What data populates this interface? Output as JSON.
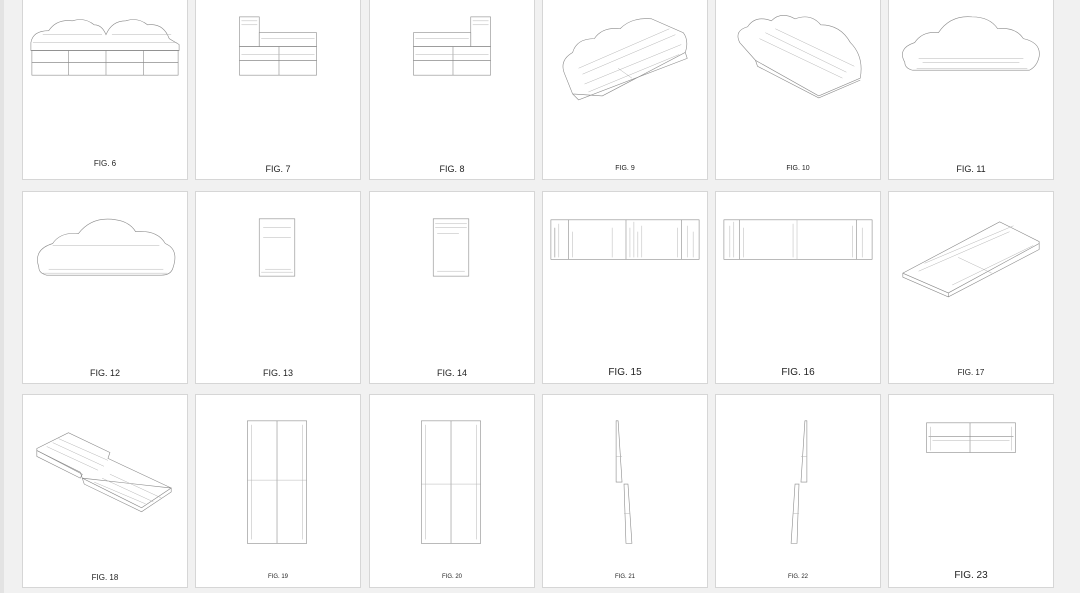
{
  "colors": {
    "background": "#f1f1f1",
    "card": "#ffffff",
    "border": "#d6d6d6",
    "line": "#8a8a8a"
  },
  "figures": [
    {
      "label": "FIG. 6",
      "icon": "cloud-shelf-front-icon"
    },
    {
      "label": "FIG. 7",
      "icon": "stepped-shelf-left-icon"
    },
    {
      "label": "FIG. 8",
      "icon": "stepped-shelf-right-icon"
    },
    {
      "label": "FIG. 9",
      "icon": "cloud-shelf-isometric-icon"
    },
    {
      "label": "FIG. 10",
      "icon": "cloud-shelf-isometric-rear-icon"
    },
    {
      "label": "FIG. 11",
      "icon": "cloud-outline-top-icon"
    },
    {
      "label": "FIG. 12",
      "icon": "cloud-outline-bottom-icon"
    },
    {
      "label": "FIG. 13",
      "icon": "side-panel-left-icon"
    },
    {
      "label": "FIG. 14",
      "icon": "side-panel-right-icon"
    },
    {
      "label": "FIG. 15",
      "icon": "long-shelf-front-icon"
    },
    {
      "label": "FIG. 16",
      "icon": "long-shelf-rear-icon"
    },
    {
      "label": "FIG. 17",
      "icon": "wedge-isometric-icon"
    },
    {
      "label": "FIG. 18",
      "icon": "tray-isometric-icon"
    },
    {
      "label": "FIG. 19",
      "icon": "tall-panel-front-icon"
    },
    {
      "label": "FIG. 20",
      "icon": "tall-panel-rear-icon"
    },
    {
      "label": "FIG. 21",
      "icon": "thin-wedge-left-icon"
    },
    {
      "label": "FIG. 22",
      "icon": "thin-wedge-right-icon"
    },
    {
      "label": "FIG. 23",
      "icon": "small-shelf-front-icon"
    }
  ]
}
